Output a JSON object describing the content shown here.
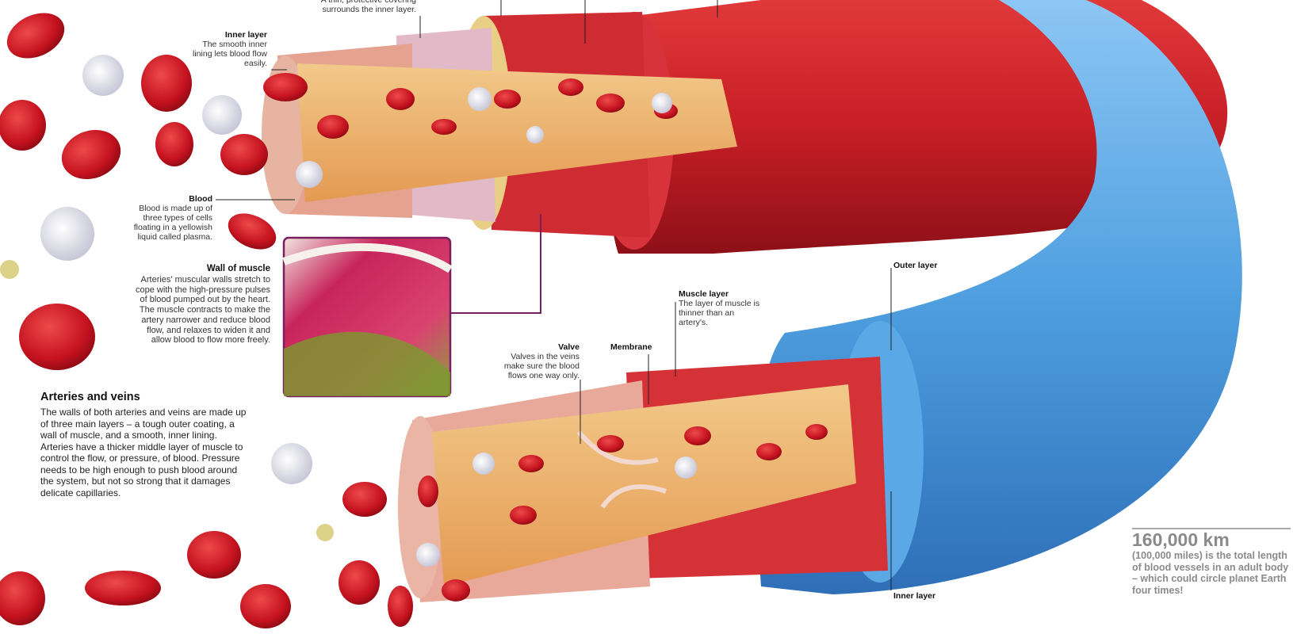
{
  "labels": {
    "outer_coating_top": "A thin, protective covering surrounds the inner layer.",
    "inner_layer": {
      "title": "Inner layer",
      "desc": "The smooth inner lining lets blood flow easily."
    },
    "blood": {
      "title": "Blood",
      "desc": "Blood is made up of three types of cells floating in a yellowish liquid called plasma."
    },
    "wall_of_muscle": {
      "title": "Wall of muscle",
      "desc": "Arteries' muscular walls stretch to cope with the high-pressure pulses of blood pumped out by the heart. The muscle contracts to make the artery narrower and reduce blood flow, and relaxes to widen it and allow blood to flow more freely."
    },
    "outer_layer": {
      "title": "Outer layer"
    },
    "muscle_layer": {
      "title": "Muscle layer",
      "desc": "The layer of muscle is thinner than an artery's."
    },
    "valve": {
      "title": "Valve",
      "desc": "Valves in the veins make sure the blood flows one way only."
    },
    "membrane": {
      "title": "Membrane"
    },
    "inner_layer_vein": {
      "title": "Inner layer"
    }
  },
  "section": {
    "title": "Arteries and veins",
    "body": "The walls of both arteries and veins are made up of three main layers – a tough outer coating, a wall of muscle, and a smooth, inner lining. Arteries have a thicker middle layer of muscle to control the flow, or pressure, of blood. Pressure needs to be high enough to push blood around the system, but not so strong that it damages delicate capillaries."
  },
  "stat": {
    "number": "160,000 km",
    "text": "(100,000 miles) is the total length of blood vessels in an adult body – which could circle planet Earth four times!"
  },
  "colors": {
    "artery": "#c8202a",
    "vein": "#4f9fe0",
    "blood_cell": "#c4121f",
    "callout_line": "#7a1f5e"
  }
}
